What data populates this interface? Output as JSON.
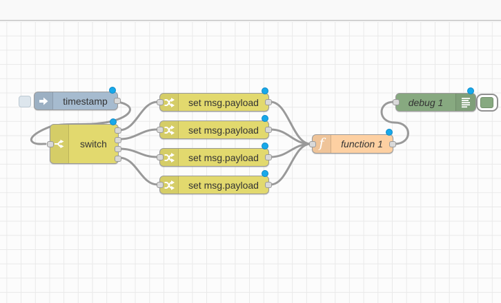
{
  "canvas": {
    "background": "#fcfcfc",
    "grid_color": "#e9e9e9",
    "wire_color": "#999999",
    "modified_dot_color": "#18a9ea"
  },
  "nodes": {
    "inject": {
      "label": "timestamp",
      "type": "inject",
      "color": "#a6bbcf",
      "icon": "inject-arrow-icon",
      "modified": true
    },
    "switch": {
      "label": "switch",
      "type": "switch",
      "color": "#e2d96e",
      "icon": "switch-fork-icon",
      "modified": true,
      "outputs": 4
    },
    "change1": {
      "label": "set msg.payload",
      "type": "change",
      "color": "#e2d96e",
      "icon": "change-swap-icon",
      "modified": true
    },
    "change2": {
      "label": "set msg.payload",
      "type": "change",
      "color": "#e2d96e",
      "icon": "change-swap-icon",
      "modified": true
    },
    "change3": {
      "label": "set msg.payload",
      "type": "change",
      "color": "#e2d96e",
      "icon": "change-swap-icon",
      "modified": true
    },
    "change4": {
      "label": "set msg.payload",
      "type": "change",
      "color": "#e2d96e",
      "icon": "change-swap-icon",
      "modified": true
    },
    "function1": {
      "label": "function 1",
      "type": "function",
      "color": "#fdd0a2",
      "icon": "function-f-icon",
      "icon_glyph": "f",
      "modified": true
    },
    "debug1": {
      "label": "debug 1",
      "type": "debug",
      "color": "#87a980",
      "icon": "debug-lines-icon",
      "modified": true,
      "toggle_enabled": true
    }
  },
  "wires": [
    {
      "from": "inject",
      "to": "switch"
    },
    {
      "from": "switch:1",
      "to": "change1"
    },
    {
      "from": "switch:2",
      "to": "change2"
    },
    {
      "from": "switch:3",
      "to": "change3"
    },
    {
      "from": "switch:4",
      "to": "change4"
    },
    {
      "from": "change1",
      "to": "function1"
    },
    {
      "from": "change2",
      "to": "function1"
    },
    {
      "from": "change3",
      "to": "function1"
    },
    {
      "from": "change4",
      "to": "function1"
    },
    {
      "from": "function1",
      "to": "debug1"
    }
  ]
}
